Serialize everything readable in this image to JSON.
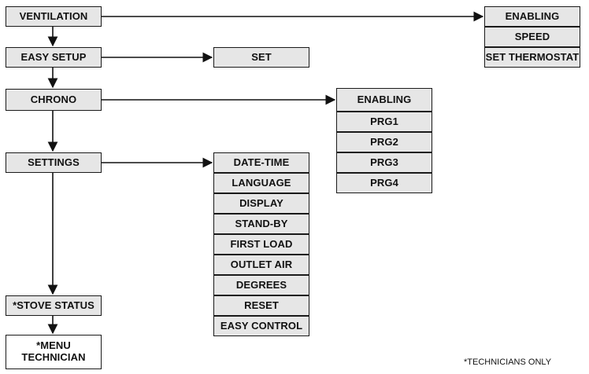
{
  "menu": {
    "ventilation": "VENTILATION",
    "easy_setup": "EASY SETUP",
    "chrono": "CHRONO",
    "settings": "SETTINGS",
    "stove_status": "*STOVE STATUS",
    "menu_technician_line1": "*MENU",
    "menu_technician_line2": "TECHNICIAN"
  },
  "ventilation_items": [
    "ENABLING",
    "SPEED",
    "SET THERMOSTAT"
  ],
  "easy_setup_items": [
    "SET"
  ],
  "chrono_items": [
    "ENABLING",
    "PRG1",
    "PRG2",
    "PRG3",
    "PRG4"
  ],
  "settings_items": [
    "DATE-TIME",
    "LANGUAGE",
    "DISPLAY",
    "STAND-BY",
    "FIRST LOAD",
    "OUTLET AIR",
    "DEGREES",
    "RESET",
    "EASY CONTROL"
  ],
  "footnote": "*TECHNICIANS ONLY"
}
